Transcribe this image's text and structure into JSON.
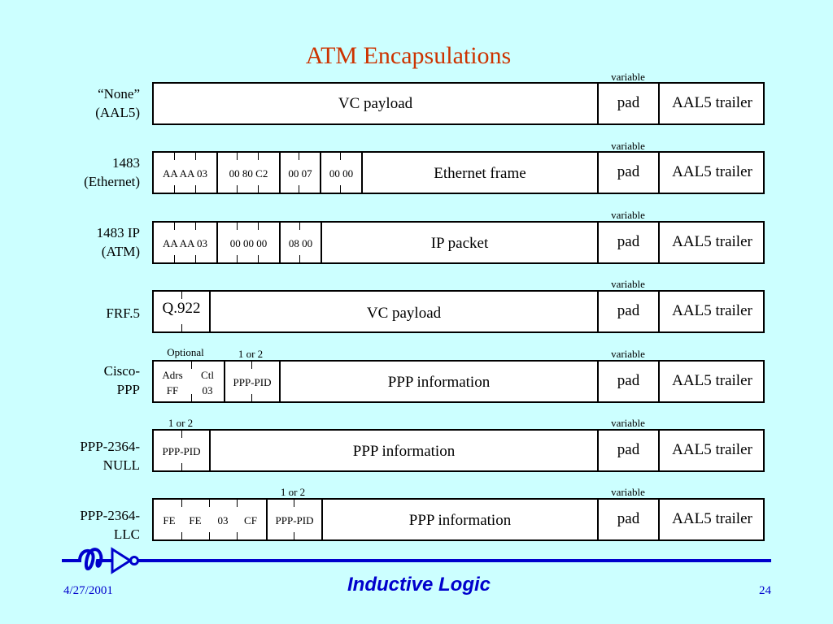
{
  "title": "ATM Encapsulations",
  "common": {
    "variable": "variable",
    "pad": "pad",
    "trailer": "AAL5 trailer"
  },
  "rows": [
    {
      "label1": "“None”",
      "label2": "(AAL5)",
      "payload": "VC payload"
    },
    {
      "label1": "1483",
      "label2": "(Ethernet)",
      "fields": [
        "AA AA 03",
        "00  80  C2",
        "00  07",
        "00  00"
      ],
      "payload": "Ethernet frame"
    },
    {
      "label1": "1483 IP",
      "label2": "(ATM)",
      "fields": [
        "AA AA 03",
        "00  00  00",
        "08  00"
      ],
      "payload": "IP packet"
    },
    {
      "label1": "FRF.5",
      "field": "Q.922",
      "payload": "VC payload"
    },
    {
      "label1": "Cisco-",
      "label2": "PPP",
      "optional": "Optional",
      "one_or_two": "1 or 2",
      "adrs": "Adrs",
      "ff": "FF",
      "ctl": "Ctl",
      "ctl_val": "03",
      "pid": "PPP-PID",
      "payload": "PPP information"
    },
    {
      "label1": "PPP-2364-",
      "label2": "NULL",
      "one_or_two": "1 or 2",
      "pid": "PPP-PID",
      "payload": "PPP information"
    },
    {
      "label1": "PPP-2364-",
      "label2": "LLC",
      "one_or_two": "1 or 2",
      "fields": [
        "FE",
        "FE",
        "03",
        "CF"
      ],
      "pid": "PPP-PID",
      "payload": "PPP information"
    }
  ],
  "footer": {
    "date": "4/27/2001",
    "brand": "Inductive Logic",
    "page": "24"
  },
  "colors": {
    "background": "#ccffff",
    "title": "#cc3300",
    "footer": "#0000cc"
  }
}
